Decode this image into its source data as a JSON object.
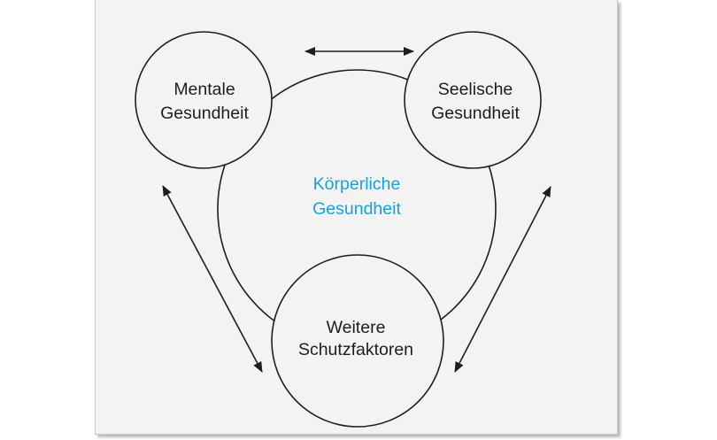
{
  "nodes": {
    "mental": {
      "line1": "Mentale",
      "line2": "Gesundheit"
    },
    "soul": {
      "line1": "Seelische",
      "line2": "Gesundheit"
    },
    "further": {
      "line1": "Weitere",
      "line2": "Schutzfaktoren"
    }
  },
  "center": {
    "line1": "Körperliche",
    "line2": "Gesundheit"
  },
  "colors": {
    "stroke": "#1e1e1e",
    "center_text": "#1aa0dc",
    "background": "#f3f3f3"
  },
  "icons": {
    "arrow": "double-headed-arrow"
  }
}
